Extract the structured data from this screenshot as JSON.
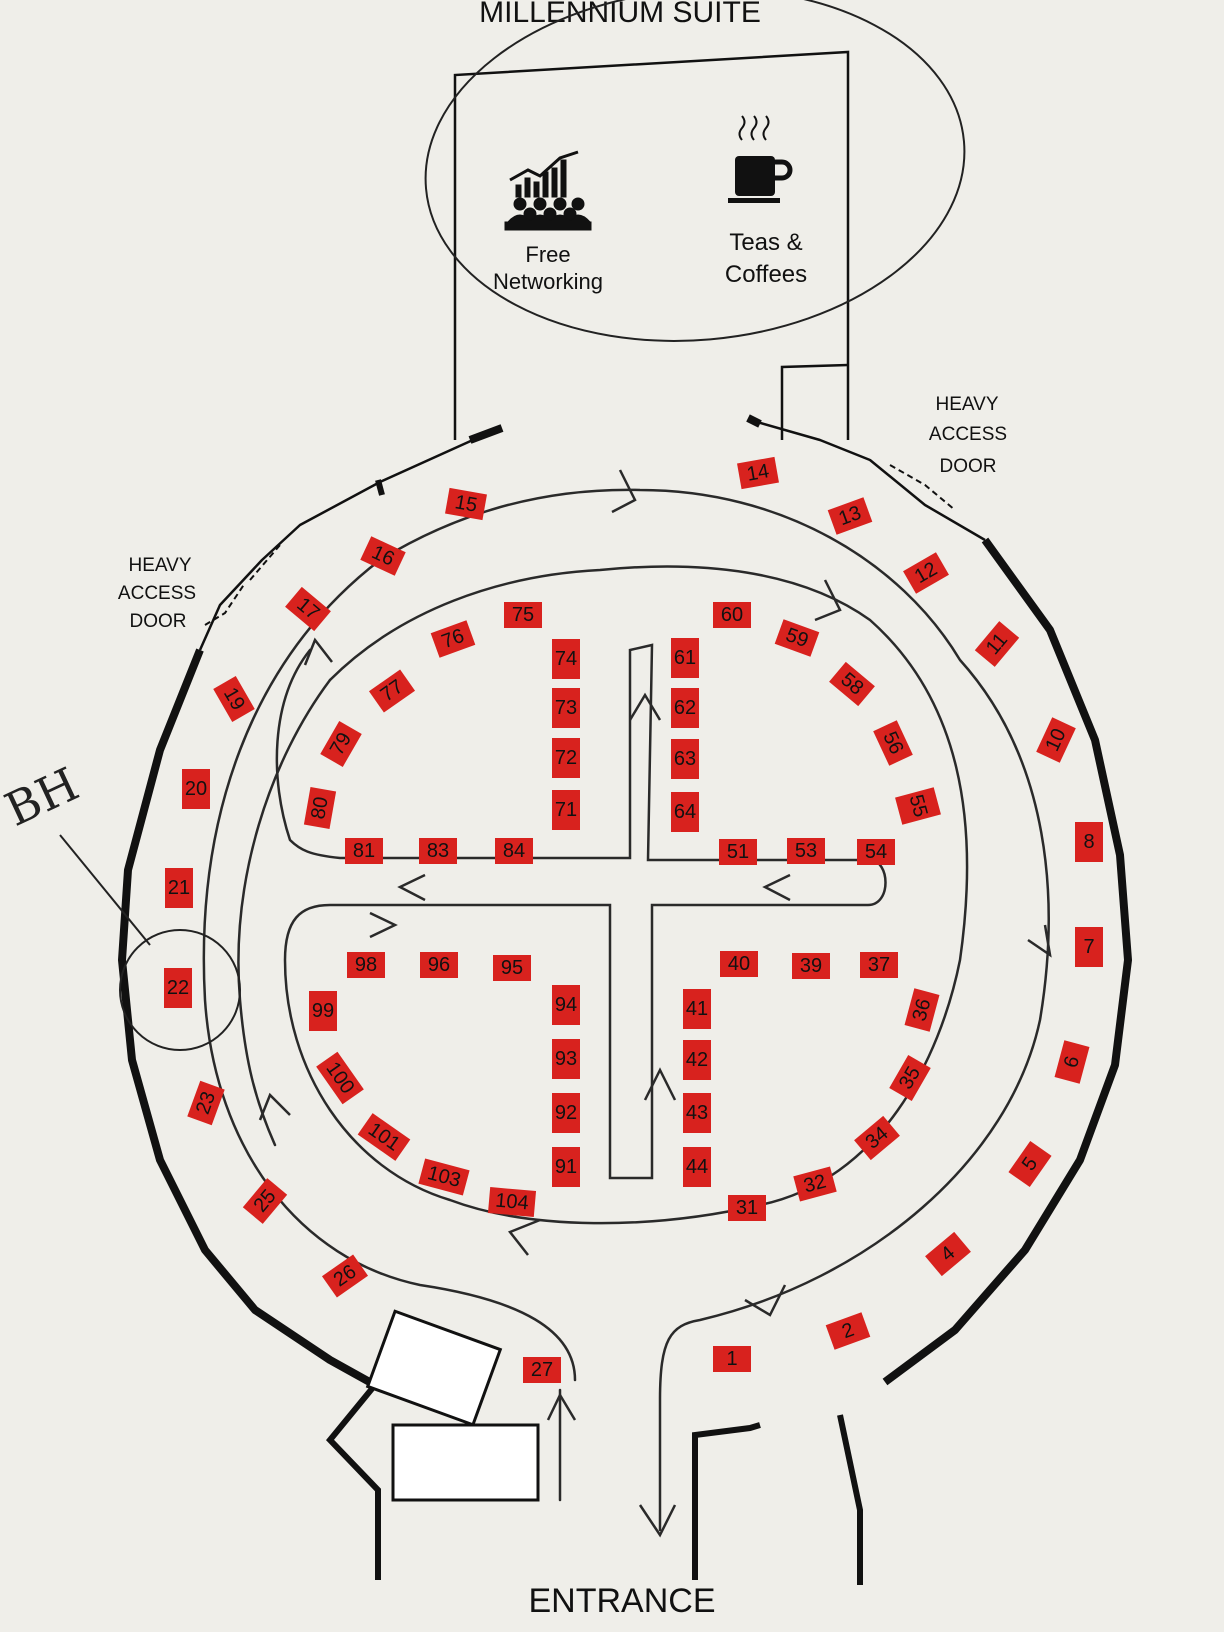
{
  "title": "MILLENNIUM SUITE",
  "amenities": [
    {
      "icon": "networking-icon",
      "lines": [
        "Free",
        "Networking"
      ]
    },
    {
      "icon": "coffee-cup-icon",
      "lines": [
        "Teas &",
        "Coffees"
      ]
    }
  ],
  "doors": {
    "left": [
      "HEAVY",
      "ACCESS",
      "DOOR"
    ],
    "right": [
      "HEAVY",
      "ACCESS",
      "DOOR"
    ]
  },
  "entrance": "ENTRANCE",
  "annotation": "BH",
  "colors": {
    "stand": "#d8221e",
    "wall": "#111111",
    "paper": "#efeee9",
    "ink": "#2a2a2a"
  },
  "stands": [
    {
      "label": "1"
    },
    {
      "label": "2"
    },
    {
      "label": "4"
    },
    {
      "label": "5"
    },
    {
      "label": "6"
    },
    {
      "label": "7"
    },
    {
      "label": "8"
    },
    {
      "label": "10"
    },
    {
      "label": "11"
    },
    {
      "label": "12"
    },
    {
      "label": "13"
    },
    {
      "label": "14"
    },
    {
      "label": "15"
    },
    {
      "label": "16"
    },
    {
      "label": "17"
    },
    {
      "label": "19"
    },
    {
      "label": "20"
    },
    {
      "label": "21"
    },
    {
      "label": "22"
    },
    {
      "label": "23"
    },
    {
      "label": "25"
    },
    {
      "label": "26"
    },
    {
      "label": "27"
    },
    {
      "label": "31"
    },
    {
      "label": "32"
    },
    {
      "label": "34"
    },
    {
      "label": "35"
    },
    {
      "label": "36"
    },
    {
      "label": "37"
    },
    {
      "label": "39"
    },
    {
      "label": "40"
    },
    {
      "label": "41"
    },
    {
      "label": "42"
    },
    {
      "label": "43"
    },
    {
      "label": "44"
    },
    {
      "label": "51"
    },
    {
      "label": "53"
    },
    {
      "label": "54"
    },
    {
      "label": "55"
    },
    {
      "label": "56"
    },
    {
      "label": "58"
    },
    {
      "label": "59"
    },
    {
      "label": "60"
    },
    {
      "label": "61"
    },
    {
      "label": "62"
    },
    {
      "label": "63"
    },
    {
      "label": "64"
    },
    {
      "label": "71"
    },
    {
      "label": "72"
    },
    {
      "label": "73"
    },
    {
      "label": "74"
    },
    {
      "label": "75"
    },
    {
      "label": "76"
    },
    {
      "label": "77"
    },
    {
      "label": "79"
    },
    {
      "label": "80"
    },
    {
      "label": "81"
    },
    {
      "label": "83"
    },
    {
      "label": "84"
    },
    {
      "label": "91"
    },
    {
      "label": "92"
    },
    {
      "label": "93"
    },
    {
      "label": "94"
    },
    {
      "label": "95"
    },
    {
      "label": "96"
    },
    {
      "label": "98"
    },
    {
      "label": "99"
    },
    {
      "label": "100"
    },
    {
      "label": "101"
    },
    {
      "label": "103"
    },
    {
      "label": "104"
    }
  ]
}
